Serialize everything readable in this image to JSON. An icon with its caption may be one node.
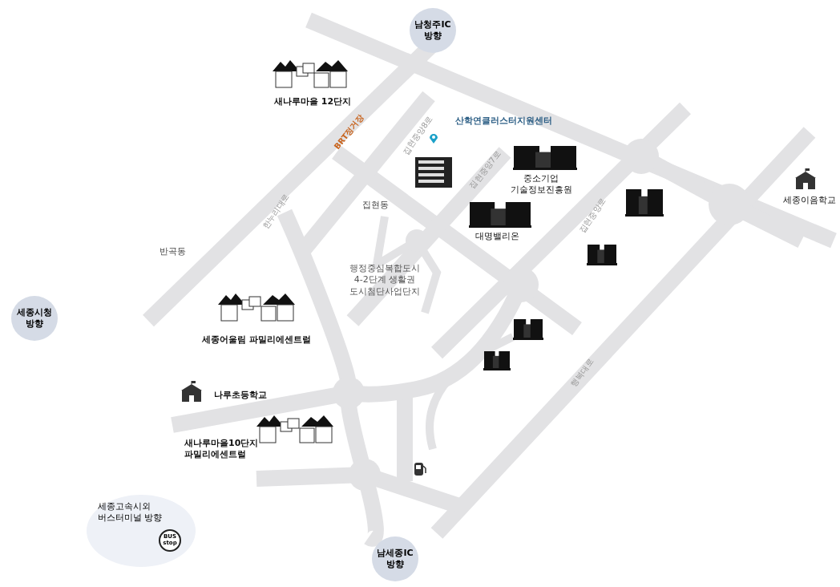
{
  "diagram": {
    "nodes": [
      {
        "text": [
          "남청주IC 방향"
        ]
      },
      {
        "text": [
          "세종시청 방향"
        ]
      },
      {
        "text": [
          "세종고속시외 버스터미널 방향"
        ]
      },
      {
        "text": [
          "남세종IC 방향"
        ]
      }
    ],
    "labels": [
      "새나루마을 12단지",
      "BRT정거장",
      "집현중앙8로",
      "산학연클러스터지원센터",
      "집현중앙7로",
      "중소기업 기술정보진흥원",
      "세종이음학교",
      "한누리대로",
      "집현동",
      "집현중앙로",
      "대명밸리온",
      "반곡동",
      "행정중심복합도시 4-2단계 생활권 도시첨단사업단지",
      "세종어울림 파밀리에센트럴",
      "행복대로",
      "나루초등학교",
      "새나루마을10단지 파밀리에센트럴",
      "BUS stop"
    ]
  }
}
